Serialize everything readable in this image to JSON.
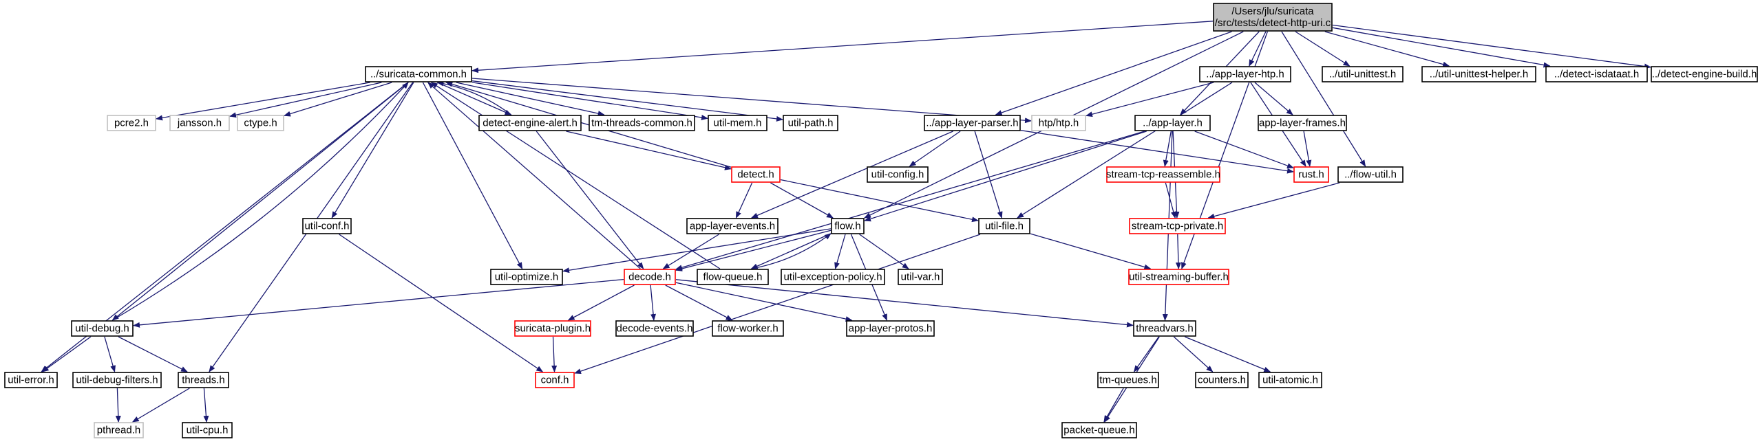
{
  "colors": {
    "edge": "#191970",
    "root_fill": "#bfbfbf",
    "node_border": "#000000",
    "truncated_border": "#ff0000",
    "system_border": "#bfbfbf"
  },
  "nodes": [
    {
      "id": "root",
      "kind": "root",
      "lines": [
        "/Users/jlu/suricata",
        "/src/tests/detect-http-uri.c"
      ]
    },
    {
      "id": "suricata_common",
      "kind": "normal",
      "lines": [
        "../suricata-common.h"
      ]
    },
    {
      "id": "app_layer_htp",
      "kind": "normal",
      "lines": [
        "../app-layer-htp.h"
      ]
    },
    {
      "id": "util_unittest",
      "kind": "normal",
      "lines": [
        "../util-unittest.h"
      ]
    },
    {
      "id": "util_unittest_helper",
      "kind": "normal",
      "lines": [
        "../util-unittest-helper.h"
      ]
    },
    {
      "id": "detect_isdataat",
      "kind": "normal",
      "lines": [
        "../detect-isdataat.h"
      ]
    },
    {
      "id": "detect_engine_build",
      "kind": "normal",
      "lines": [
        "../detect-engine-build.h"
      ]
    },
    {
      "id": "pcre2",
      "kind": "system",
      "lines": [
        "pcre2.h"
      ]
    },
    {
      "id": "jansson",
      "kind": "system",
      "lines": [
        "jansson.h"
      ]
    },
    {
      "id": "ctype",
      "kind": "system",
      "lines": [
        "ctype.h"
      ]
    },
    {
      "id": "detect_engine_alert",
      "kind": "normal",
      "lines": [
        "detect-engine-alert.h"
      ]
    },
    {
      "id": "tm_threads_common",
      "kind": "normal",
      "lines": [
        "tm-threads-common.h"
      ]
    },
    {
      "id": "util_mem",
      "kind": "normal",
      "lines": [
        "util-mem.h"
      ]
    },
    {
      "id": "util_path",
      "kind": "normal",
      "lines": [
        "util-path.h"
      ]
    },
    {
      "id": "htp",
      "kind": "system",
      "lines": [
        "htp/htp.h"
      ]
    },
    {
      "id": "app_layer_parser",
      "kind": "normal",
      "lines": [
        "../app-layer-parser.h"
      ]
    },
    {
      "id": "app_layer",
      "kind": "normal",
      "lines": [
        "../app-layer.h"
      ]
    },
    {
      "id": "app_layer_frames",
      "kind": "normal",
      "lines": [
        "app-layer-frames.h"
      ]
    },
    {
      "id": "rust",
      "kind": "truncated",
      "lines": [
        "rust.h"
      ]
    },
    {
      "id": "flow_util",
      "kind": "normal",
      "lines": [
        "../flow-util.h"
      ]
    },
    {
      "id": "detect",
      "kind": "truncated",
      "lines": [
        "detect.h"
      ]
    },
    {
      "id": "util_config",
      "kind": "normal",
      "lines": [
        "util-config.h"
      ]
    },
    {
      "id": "stream_tcp_reassemble",
      "kind": "truncated",
      "lines": [
        "stream-tcp-reassemble.h"
      ]
    },
    {
      "id": "util_conf",
      "kind": "normal",
      "lines": [
        "util-conf.h"
      ]
    },
    {
      "id": "app_layer_events",
      "kind": "normal",
      "lines": [
        "app-layer-events.h"
      ]
    },
    {
      "id": "flow",
      "kind": "normal",
      "lines": [
        "flow.h"
      ]
    },
    {
      "id": "util_file",
      "kind": "normal",
      "lines": [
        "util-file.h"
      ]
    },
    {
      "id": "stream_tcp_private",
      "kind": "truncated",
      "lines": [
        "stream-tcp-private.h"
      ]
    },
    {
      "id": "util_optimize",
      "kind": "normal",
      "lines": [
        "util-optimize.h"
      ]
    },
    {
      "id": "decode",
      "kind": "truncated",
      "lines": [
        "decode.h"
      ]
    },
    {
      "id": "flow_queue",
      "kind": "normal",
      "lines": [
        "flow-queue.h"
      ]
    },
    {
      "id": "util_exception_policy",
      "kind": "normal",
      "lines": [
        "util-exception-policy.h"
      ]
    },
    {
      "id": "util_var",
      "kind": "normal",
      "lines": [
        "util-var.h"
      ]
    },
    {
      "id": "util_streaming_buffer",
      "kind": "truncated",
      "lines": [
        "util-streaming-buffer.h"
      ]
    },
    {
      "id": "util_debug",
      "kind": "normal",
      "lines": [
        "util-debug.h"
      ]
    },
    {
      "id": "suricata_plugin",
      "kind": "truncated",
      "lines": [
        "suricata-plugin.h"
      ]
    },
    {
      "id": "decode_events",
      "kind": "normal",
      "lines": [
        "decode-events.h"
      ]
    },
    {
      "id": "flow_worker",
      "kind": "normal",
      "lines": [
        "flow-worker.h"
      ]
    },
    {
      "id": "app_layer_protos",
      "kind": "normal",
      "lines": [
        "app-layer-protos.h"
      ]
    },
    {
      "id": "threadvars",
      "kind": "normal",
      "lines": [
        "threadvars.h"
      ]
    },
    {
      "id": "util_error",
      "kind": "normal",
      "lines": [
        "util-error.h"
      ]
    },
    {
      "id": "util_debug_filters",
      "kind": "normal",
      "lines": [
        "util-debug-filters.h"
      ]
    },
    {
      "id": "threads",
      "kind": "normal",
      "lines": [
        "threads.h"
      ]
    },
    {
      "id": "conf",
      "kind": "truncated",
      "lines": [
        "conf.h"
      ]
    },
    {
      "id": "tm_queues",
      "kind": "normal",
      "lines": [
        "tm-queues.h"
      ]
    },
    {
      "id": "counters",
      "kind": "normal",
      "lines": [
        "counters.h"
      ]
    },
    {
      "id": "util_atomic",
      "kind": "normal",
      "lines": [
        "util-atomic.h"
      ]
    },
    {
      "id": "pthread",
      "kind": "system",
      "lines": [
        "pthread.h"
      ]
    },
    {
      "id": "util_cpu",
      "kind": "normal",
      "lines": [
        "util-cpu.h"
      ]
    },
    {
      "id": "packet_queue",
      "kind": "normal",
      "lines": [
        "packet-queue.h"
      ]
    }
  ],
  "edges": [
    [
      "root",
      "suricata_common"
    ],
    [
      "root",
      "app_layer_htp"
    ],
    [
      "root",
      "util_unittest"
    ],
    [
      "root",
      "util_unittest_helper"
    ],
    [
      "root",
      "detect_isdataat"
    ],
    [
      "root",
      "detect_engine_build"
    ],
    [
      "root",
      "app_layer_parser"
    ],
    [
      "root",
      "app_layer"
    ],
    [
      "root",
      "flow"
    ],
    [
      "root",
      "flow_util"
    ],
    [
      "root",
      "util_streaming_buffer"
    ],
    [
      "suricata_common",
      "pcre2"
    ],
    [
      "suricata_common",
      "jansson"
    ],
    [
      "suricata_common",
      "ctype"
    ],
    [
      "suricata_common",
      "detect_engine_alert"
    ],
    [
      "suricata_common",
      "tm_threads_common"
    ],
    [
      "suricata_common",
      "util_mem"
    ],
    [
      "suricata_common",
      "util_path"
    ],
    [
      "suricata_common",
      "htp"
    ],
    [
      "suricata_common",
      "util_conf"
    ],
    [
      "suricata_common",
      "util_optimize"
    ],
    [
      "suricata_common",
      "util_error"
    ],
    [
      "suricata_common",
      "util_debug"
    ],
    [
      "suricata_common",
      "threads"
    ],
    [
      "detect_engine_alert",
      "suricata_common"
    ],
    [
      "detect_engine_alert",
      "detect"
    ],
    [
      "detect_engine_alert",
      "decode"
    ],
    [
      "detect",
      "suricata_common"
    ],
    [
      "detect",
      "app_layer_events"
    ],
    [
      "detect",
      "flow"
    ],
    [
      "detect",
      "util_file"
    ],
    [
      "app_layer_htp",
      "htp"
    ],
    [
      "app_layer_htp",
      "app_layer_frames"
    ],
    [
      "app_layer_htp",
      "rust"
    ],
    [
      "app_layer_htp",
      "util_file"
    ],
    [
      "app_layer_frames",
      "rust"
    ],
    [
      "app_layer_parser",
      "util_config"
    ],
    [
      "app_layer_parser",
      "rust"
    ],
    [
      "app_layer_parser",
      "app_layer_events"
    ],
    [
      "app_layer_parser",
      "util_file"
    ],
    [
      "app_layer",
      "stream_tcp_reassemble"
    ],
    [
      "app_layer",
      "stream_tcp_private"
    ],
    [
      "app_layer",
      "rust"
    ],
    [
      "app_layer",
      "flow"
    ],
    [
      "app_layer",
      "decode"
    ],
    [
      "app_layer",
      "threadvars"
    ],
    [
      "stream_tcp_reassemble",
      "stream_tcp_private"
    ],
    [
      "stream_tcp_private",
      "util_streaming_buffer"
    ],
    [
      "flow_util",
      "stream_tcp_private"
    ],
    [
      "util_file",
      "util_streaming_buffer"
    ],
    [
      "util_file",
      "conf"
    ],
    [
      "app_layer_events",
      "decode"
    ],
    [
      "util_conf",
      "conf"
    ],
    [
      "flow",
      "decode"
    ],
    [
      "flow",
      "flow_queue"
    ],
    [
      "flow",
      "util_exception_policy"
    ],
    [
      "flow",
      "util_var"
    ],
    [
      "flow",
      "util_optimize"
    ],
    [
      "flow",
      "app_layer_protos"
    ],
    [
      "flow_queue",
      "flow"
    ],
    [
      "flow_queue",
      "suricata_common"
    ],
    [
      "decode",
      "suricata_common"
    ],
    [
      "decode",
      "util_debug"
    ],
    [
      "decode",
      "suricata_plugin"
    ],
    [
      "decode",
      "decode_events"
    ],
    [
      "decode",
      "flow_worker"
    ],
    [
      "decode",
      "app_layer_protos"
    ],
    [
      "decode",
      "threadvars"
    ],
    [
      "suricata_plugin",
      "conf"
    ],
    [
      "util_debug",
      "suricata_common"
    ],
    [
      "util_debug",
      "util_error"
    ],
    [
      "util_debug",
      "util_debug_filters"
    ],
    [
      "util_debug",
      "threads"
    ],
    [
      "util_debug_filters",
      "pthread"
    ],
    [
      "threads",
      "pthread"
    ],
    [
      "threads",
      "util_cpu"
    ],
    [
      "threadvars",
      "tm_queues"
    ],
    [
      "threadvars",
      "counters"
    ],
    [
      "threadvars",
      "util_atomic"
    ],
    [
      "threadvars",
      "packet_queue"
    ],
    [
      "tm_queues",
      "packet_queue"
    ]
  ]
}
